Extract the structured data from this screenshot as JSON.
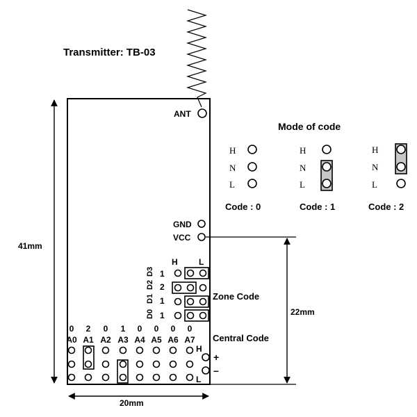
{
  "title": "Transmitter: TB-03",
  "pins": {
    "ant": "ANT",
    "gnd": "GND",
    "vcc": "VCC"
  },
  "dimensions": {
    "height": "41mm",
    "width": "20mm",
    "pin_span": "22mm"
  },
  "mode_of_code": {
    "title": "Mode of code",
    "levels": [
      "H",
      "N",
      "L"
    ],
    "codes": [
      {
        "label": "Code : 0",
        "jumper": "none"
      },
      {
        "label": "Code : 1",
        "jumper": "N-L"
      },
      {
        "label": "Code : 2",
        "jumper": "H-N"
      }
    ]
  },
  "zone_code": {
    "label": "Zone Code",
    "header_h": "H",
    "header_l": "L",
    "rows": [
      {
        "bit": "D3",
        "value": "1"
      },
      {
        "bit": "D2",
        "value": "2"
      },
      {
        "bit": "D1",
        "value": "1"
      },
      {
        "bit": "D0",
        "value": "1"
      }
    ]
  },
  "central_code": {
    "label": "Central Code",
    "bits": [
      {
        "name": "A0",
        "value": "0"
      },
      {
        "name": "A1",
        "value": "2"
      },
      {
        "name": "A2",
        "value": "0"
      },
      {
        "name": "A3",
        "value": "1"
      },
      {
        "name": "A4",
        "value": "0"
      },
      {
        "name": "A5",
        "value": "0"
      },
      {
        "name": "A6",
        "value": "0"
      },
      {
        "name": "A7",
        "value": "0"
      }
    ],
    "h_label": "H",
    "l_label": "L",
    "plus": "+",
    "minus": "–"
  }
}
